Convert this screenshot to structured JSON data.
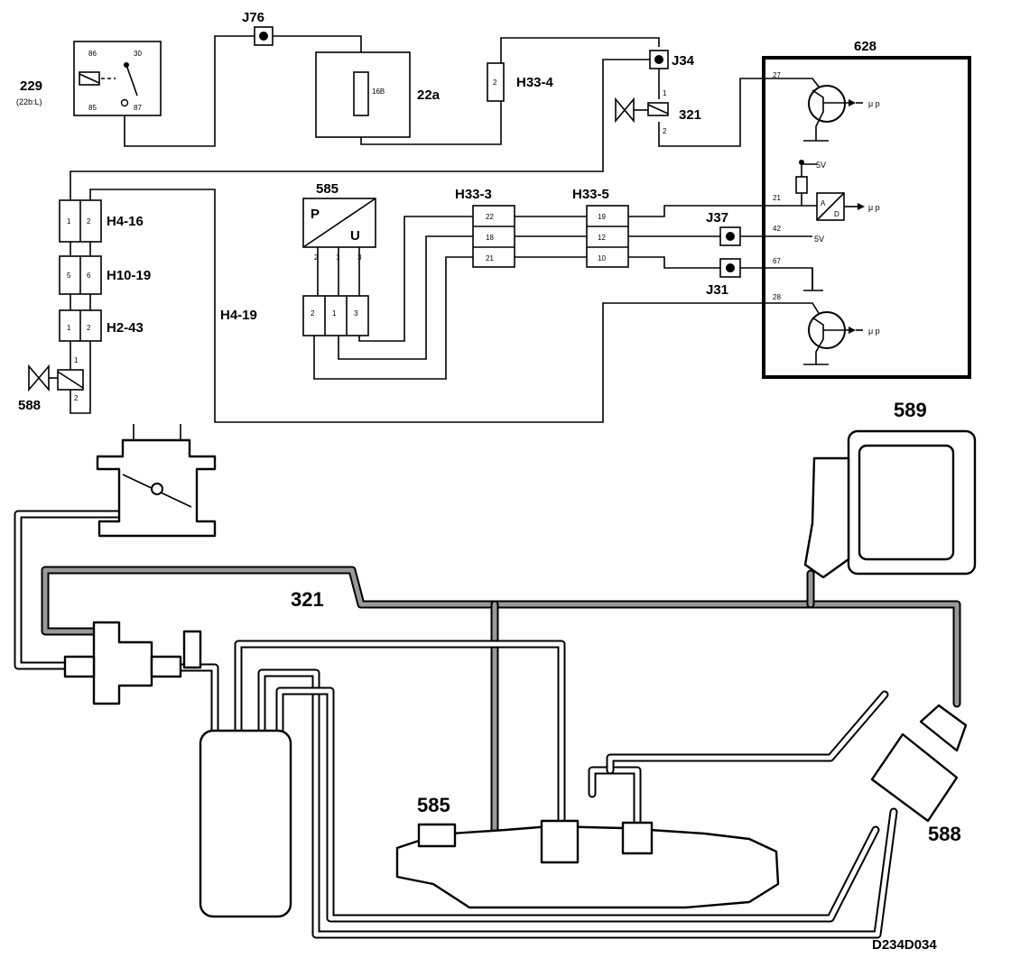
{
  "labels": {
    "relay_229": "229",
    "relay_229_sub": "(22b:L)",
    "relay_pin_86": "86",
    "relay_pin_30": "30",
    "relay_pin_85": "85",
    "relay_pin_87": "87",
    "junction_j76": "J76",
    "fuse_box": "22a",
    "fuse": "16B",
    "conn_h33_4": "H33-4",
    "junction_j34": "J34",
    "valve_321": "321",
    "ecu_628": "628",
    "ecu_5v_a": "5V",
    "ecu_5v_b": "5V",
    "ecu_mu_p_1": "μ p",
    "ecu_mu_p_2": "μ p",
    "ecu_mu_p_3": "μ p",
    "ecu_pin_27": "27",
    "ecu_pin_21": "21",
    "ecu_pin_42": "42",
    "ecu_pin_67": "67",
    "ecu_pin_28": "28",
    "adc_a": "A",
    "adc_d": "D",
    "junction_j37": "J37",
    "junction_j31": "J31",
    "sensor_585": "585",
    "sensor_p": "P",
    "sensor_u": "U",
    "conn_h33_3": "H33-3",
    "conn_h33_5": "H33-5",
    "conn_h4_16": "H4-16",
    "conn_h10_19": "H10-19",
    "conn_h2_43": "H2-43",
    "conn_h4_19": "H4-19",
    "valve_588": "588",
    "component_589": "589",
    "mech_321": "321",
    "mech_585": "585",
    "mech_588": "588",
    "drawing_id": "D234D034"
  },
  "pins": {
    "h4_16": [
      "1",
      "2"
    ],
    "h10_19": [
      "5",
      "6"
    ],
    "h2_43": [
      "1",
      "2"
    ],
    "h33_4": "2",
    "h33_3": [
      "22",
      "18",
      "21"
    ],
    "h33_5": [
      "19",
      "12",
      "10"
    ],
    "sensor_585_top": [
      "2",
      "1",
      "3"
    ],
    "sensor_585_conn": [
      "2",
      "1",
      "3"
    ],
    "valve_321": [
      "1",
      "2"
    ],
    "valve_588": [
      "1",
      "2"
    ]
  }
}
